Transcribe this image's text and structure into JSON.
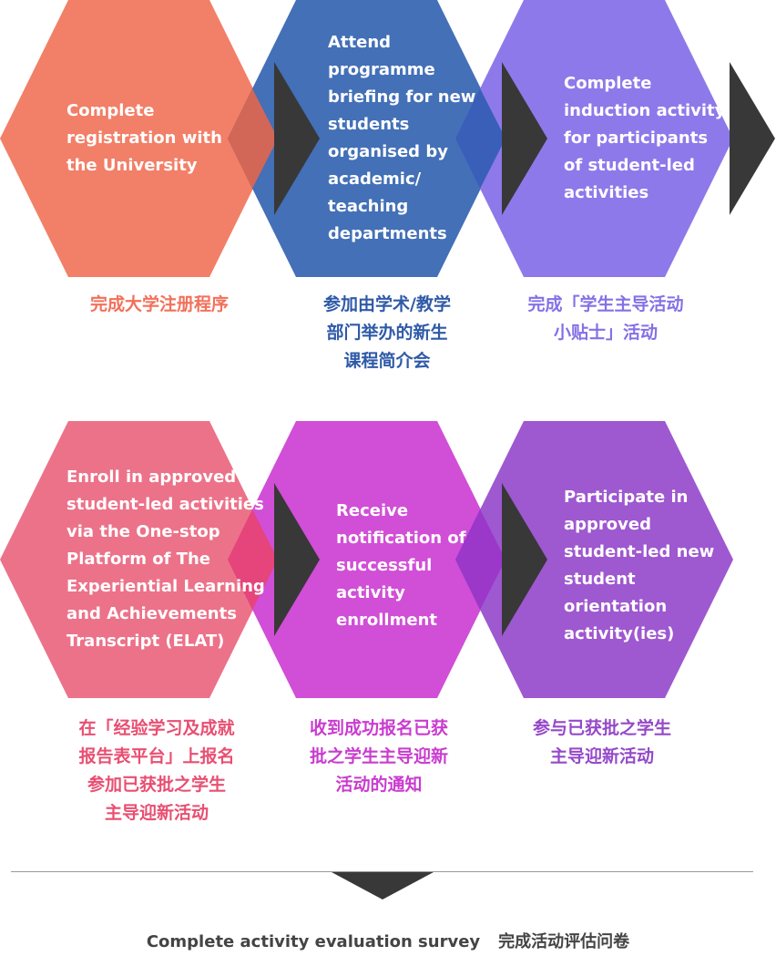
{
  "colors": {
    "step1": "#f27c64",
    "step2": "#3f6db6",
    "step3": "#8c76ea",
    "step4": "#ec6f87",
    "step5": "#d04ad6",
    "step6": "#9c55cf",
    "arrow": "#383838",
    "footer_text": "#444444"
  },
  "steps": [
    {
      "en": "Complete\nregistration with\nthe University",
      "zh": "完成大学注册程序",
      "color": "#f27c64",
      "zh_color": "#f2705a"
    },
    {
      "en": "Attend\nprogramme\nbriefing for new\nstudents\norganised by\nacademic/\nteaching\ndepartments",
      "zh": "参加由学术/教学\n部门举办的新生\n课程简介会",
      "color": "#3f6db6",
      "zh_color": "#2f5aa8"
    },
    {
      "en": "Complete\ninduction activity\nfor participants\nof student-led\nactivities",
      "zh": "完成「学生主导活动\n小贴士」活动",
      "color": "#8c76ea",
      "zh_color": "#8570e6"
    },
    {
      "en": "Enroll in approved\nstudent-led activities\nvia the One-stop\nPlatform of The\nExperiential Learning\nand Achievements\nTranscript (ELAT)",
      "zh": "在「经验学习及成就\n报告表平台」上报名\n参加已获批之学生\n主导迎新活动",
      "color": "#ec6f87",
      "zh_color": "#e84f72"
    },
    {
      "en": "Receive\nnotification of\nsuccessful\nactivity\nenrollment",
      "zh": "收到成功报名已获\n批之学生主导迎新\n活动的通知",
      "color": "#d04ad6",
      "zh_color": "#c93ccf"
    },
    {
      "en": "Participate in\napproved\nstudent-led new\nstudent\norientation\nactivity(ies)",
      "zh": "参与已获批之学生\n主导迎新活动",
      "color": "#9c55cf",
      "zh_color": "#9549c9"
    }
  ],
  "footer": {
    "en": "Complete activity evaluation survey",
    "zh": "完成活动评估问卷"
  }
}
